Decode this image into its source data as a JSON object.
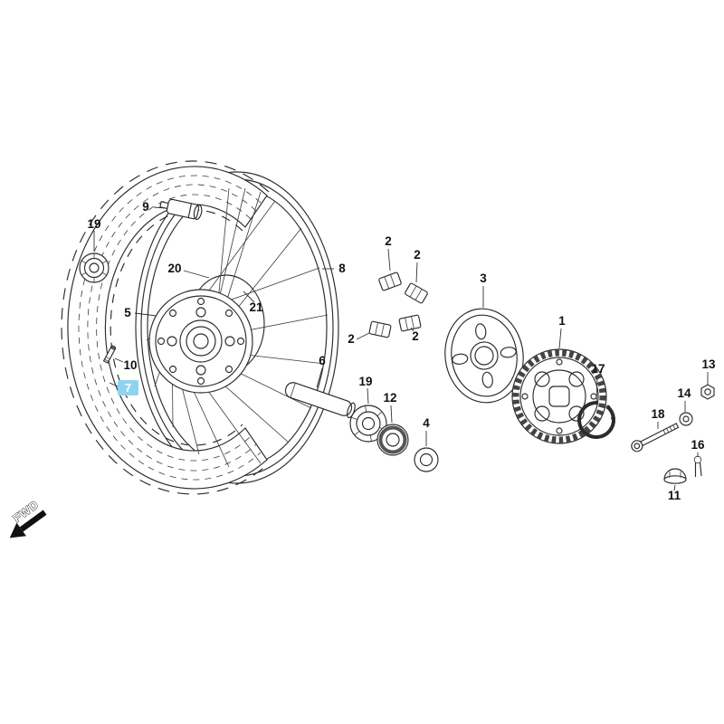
{
  "diagram": {
    "background": "#ffffff",
    "line_color": "#2b2b2b",
    "fwd_label": "FWD",
    "highlight": {
      "part": "7",
      "color": "#8fd4ee",
      "text_color": "#ffffff"
    },
    "callouts": {
      "c1": "1",
      "c2a": "2",
      "c2b": "2",
      "c2c": "2",
      "c2d": "2",
      "c3": "3",
      "c4": "4",
      "c5": "5",
      "c6": "6",
      "c7": "7",
      "c8": "8",
      "c9": "9",
      "c10": "10",
      "c11": "11",
      "c12": "12",
      "c13": "13",
      "c14": "14",
      "c16": "16",
      "c17": "17",
      "c18": "18",
      "c19a": "19",
      "c19b": "19",
      "c20": "20",
      "c21": "21"
    }
  }
}
